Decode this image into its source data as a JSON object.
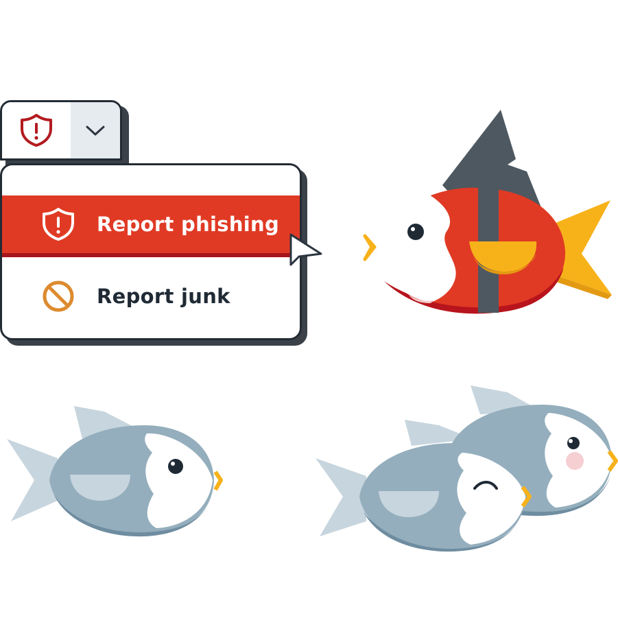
{
  "menu": {
    "items": [
      {
        "label": "Report phishing",
        "icon": "shield-alert-icon",
        "state": "highlighted"
      },
      {
        "label": "Report junk",
        "icon": "prohibited-icon"
      }
    ]
  },
  "split_button": {
    "main_icon": "shield-alert-icon",
    "dropdown_icon": "chevron-down-icon"
  },
  "colors": {
    "phishing_red": "#e03a24",
    "phishing_red_dark": "#a8141b",
    "shield_outline": "#b31a1f",
    "junk_orange": "#dd8a2f",
    "fish_blue": "#94aebd",
    "fish_tail_light": "#c7d5de",
    "shark_gray": "#4e5860",
    "fin_yellow": "#f7b21a"
  }
}
